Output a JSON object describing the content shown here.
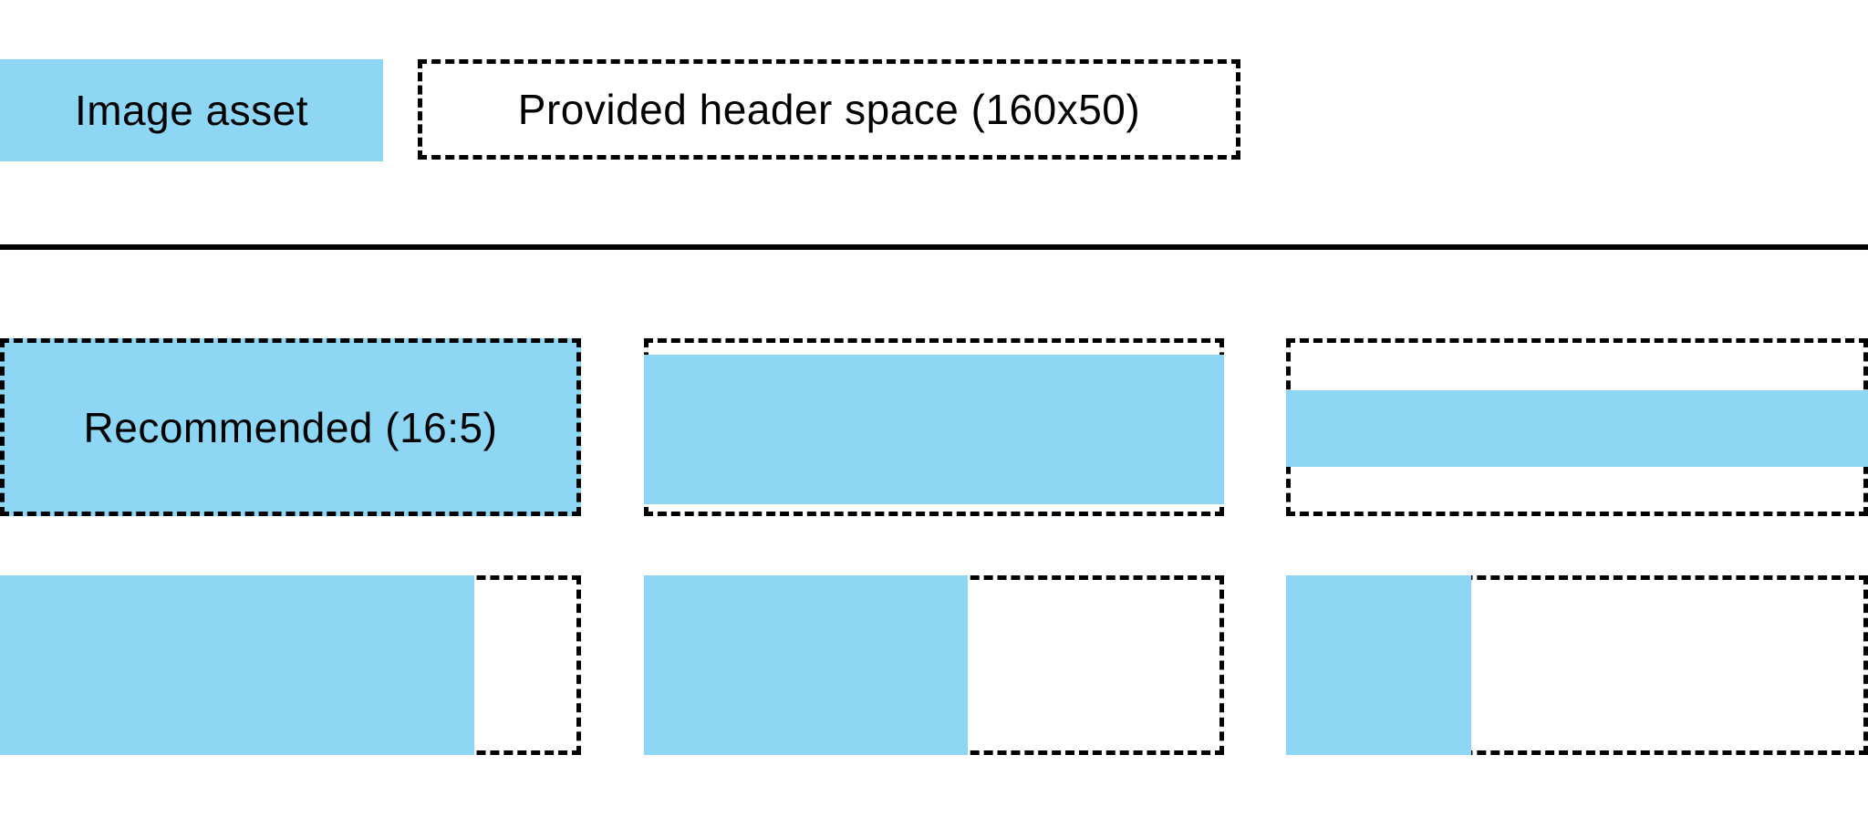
{
  "colors": {
    "asset_blue": "#8ED7F4",
    "ink": "#000000",
    "background": "#FFFFFF"
  },
  "legend": {
    "image_asset_label": "Image asset",
    "header_space_label": "Provided header space (160x50)"
  },
  "examples": {
    "recommended_label": "Recommended (16:5)",
    "items": [
      {
        "id": "recommended-16x5",
        "fill": "asset fills entire header space",
        "label": "Recommended (16:5)"
      },
      {
        "id": "full-width-slight-inset",
        "fill": "asset spans full width, slightly shorter than header space"
      },
      {
        "id": "full-width-thin-band",
        "fill": "asset spans full width as thin centered horizontal band"
      },
      {
        "id": "full-height-80-percent-width",
        "fill": "asset fills full height, about 80% width from left"
      },
      {
        "id": "full-height-55-percent-width",
        "fill": "asset fills full height, about 55% width from left"
      },
      {
        "id": "full-height-31-percent-width",
        "fill": "asset fills full height, about 31% width from left"
      }
    ]
  }
}
